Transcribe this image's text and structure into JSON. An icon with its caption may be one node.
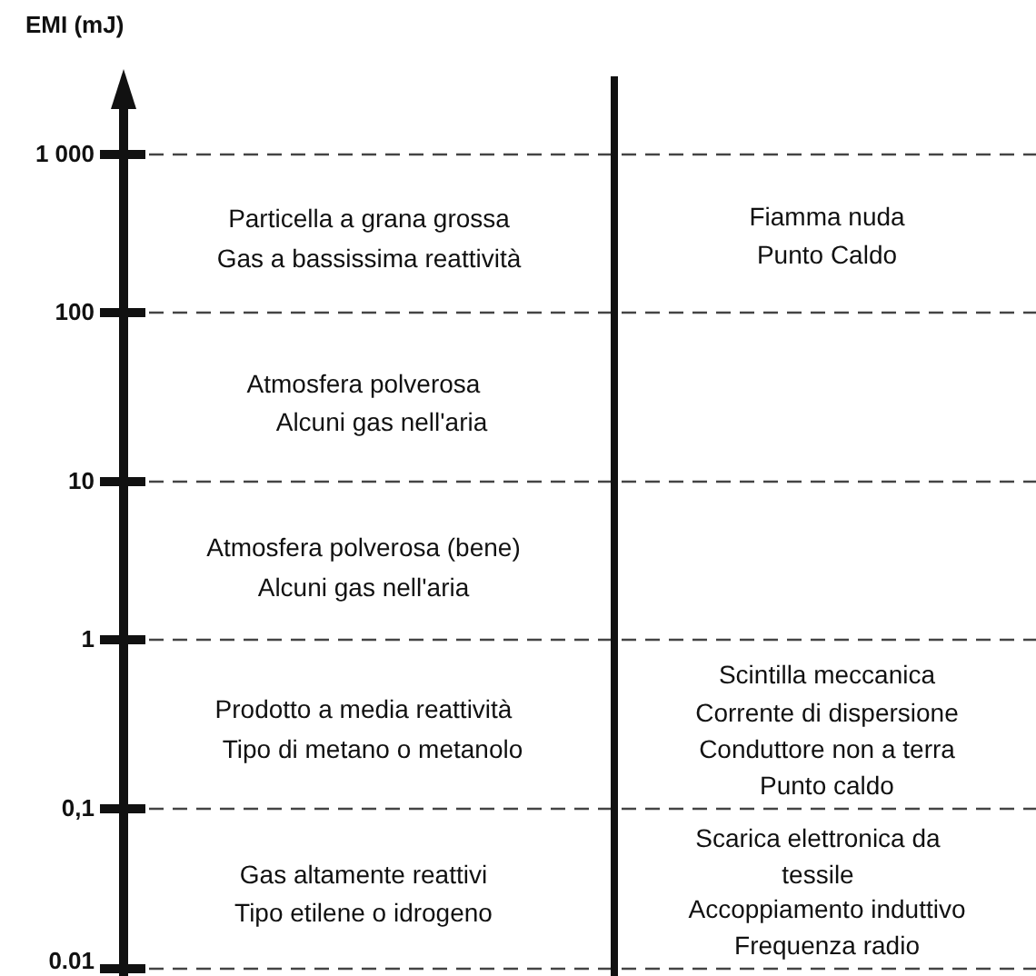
{
  "diagram": {
    "labels": [
      "EMI (mJ)",
      "1 000",
      "Particella a grana grossa",
      "Gas a bassissima reattività",
      "Fiamma nuda",
      "Punto Caldo",
      "100",
      "Atmosfera polverosa",
      "Alcuni gas nell'aria",
      "10",
      "Atmosfera polverosa (bene)",
      "Alcuni gas nell'aria",
      "1",
      "Scintilla meccanica",
      "Prodotto a media reattività",
      "Corrente di dispersione",
      "Tipo di metano o metanolo",
      "Conduttore non a terra",
      "Punto caldo",
      "0,1",
      "Scarica elettronica da tessile",
      "Gas altamente reattivi",
      "Tipo etilene o idrogeno",
      "Accoppiamento induttivo",
      "Frequenza radio",
      "0.01"
    ]
  }
}
